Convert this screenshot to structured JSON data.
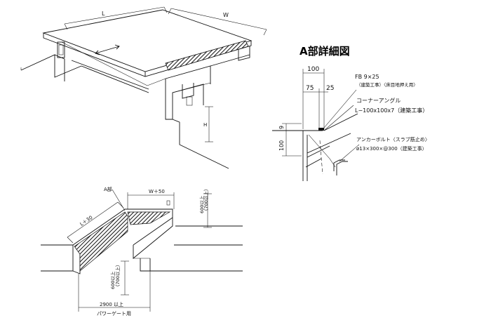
{
  "title": "A部詳細図",
  "top_view": {
    "dim_length": "L",
    "dim_width": "W",
    "dim_height": "H"
  },
  "detail": {
    "dims": [
      "100",
      "75",
      "25",
      "9",
      "100"
    ],
    "notes": [
      "FB 9×25",
      "（建築工事）〈床目地押え用〉",
      "コーナーアングル",
      "L−100x100x7（建築工事）",
      "アンカーボルト〈スラブ筋止め〉",
      "ø13×300×@300（建築工事）"
    ]
  },
  "pit_view": {
    "label_a": "A部",
    "dim_width": "W＋50",
    "dim_length": "L＋30",
    "dim_depth_right": [
      "600以上",
      "（700以上）"
    ],
    "dim_depth_front": [
      "600以上",
      "（700以上）"
    ],
    "dim_bottom": "2900 以上",
    "note_bottom": "パワーゲート用"
  }
}
